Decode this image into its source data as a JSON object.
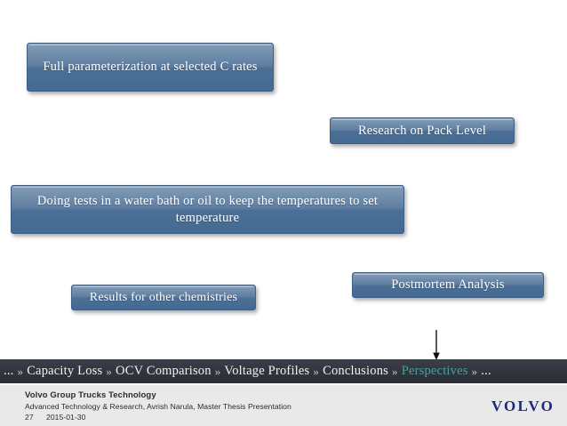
{
  "slide": {
    "background_color": "#ffffff",
    "boxes": [
      {
        "id": "full-param",
        "text": "Full parameterization at selected C rates"
      },
      {
        "id": "pack-level",
        "text": "Research on Pack Level"
      },
      {
        "id": "water-bath",
        "text": "Doing tests in a water bath or oil to keep the temperatures  to set temperature"
      },
      {
        "id": "other-chem",
        "text": "Results for other chemistries"
      },
      {
        "id": "postmortem",
        "text": "Postmortem Analysis"
      }
    ],
    "box_colors": {
      "fill_top": "#8ba3bd",
      "fill_bottom": "#456a92",
      "border": "#3f5f85",
      "text": "#ffffff"
    },
    "arrow": {
      "direction": "down",
      "color": "#111111"
    }
  },
  "navbar": {
    "background_color": "#30343b",
    "active_color": "#49a0a0",
    "separator": "»",
    "items": [
      {
        "label": "...",
        "active": false
      },
      {
        "label": "Capacity Loss",
        "active": false
      },
      {
        "label": "OCV Comparison",
        "active": false
      },
      {
        "label": "Voltage Profiles",
        "active": false
      },
      {
        "label": "Conclusions",
        "active": false
      },
      {
        "label": "Perspectives",
        "active": true
      },
      {
        "label": "...",
        "active": false
      }
    ]
  },
  "footer": {
    "background_color": "#e9e9e9",
    "line1": "Volvo Group Trucks Technology",
    "line2": "Advanced Technology & Research, Avrish Narula, Master Thesis Presentation",
    "page_number": "27",
    "date": "2015-01-30",
    "logo_text": "VOLVO",
    "logo_color": "#1d2a7a"
  }
}
